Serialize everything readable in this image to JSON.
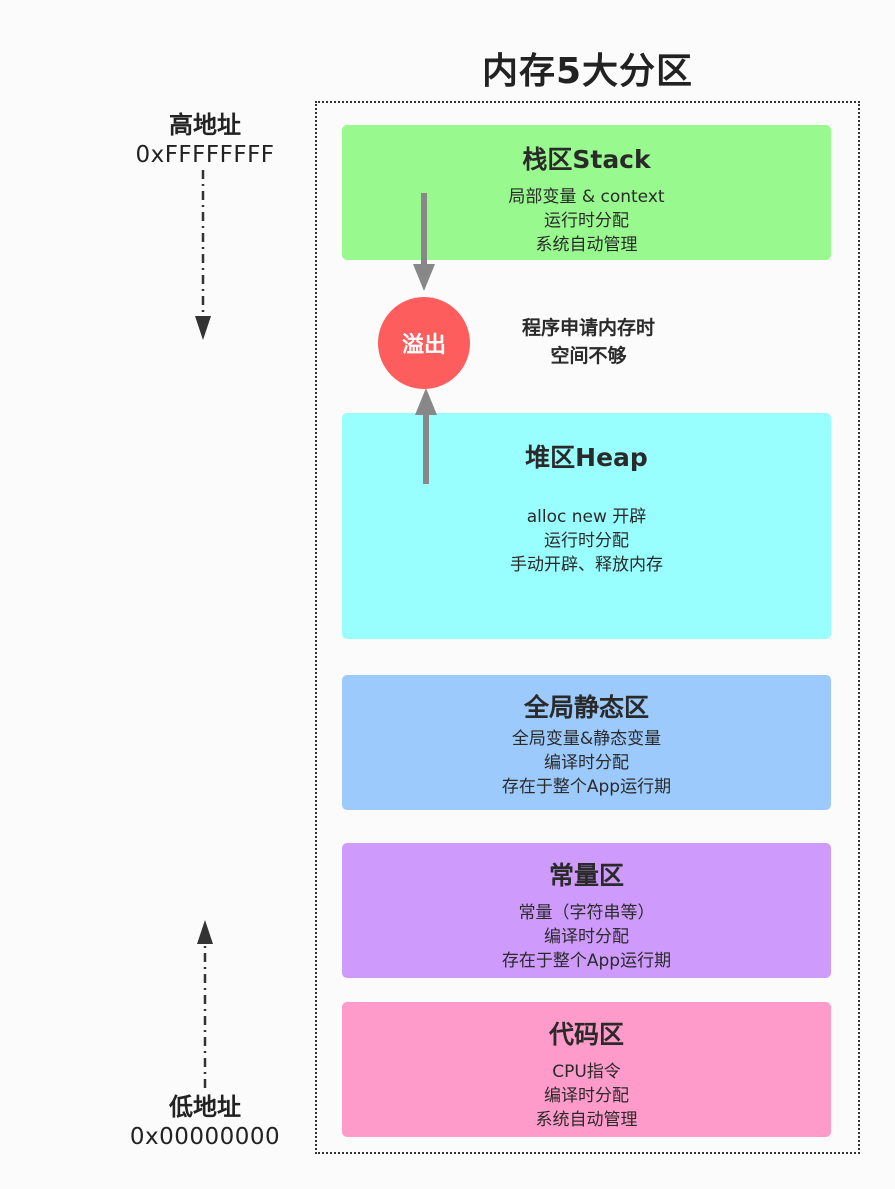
{
  "diagram": {
    "title": "内存5大分区",
    "high_address": {
      "label": "高地址",
      "value": "0xFFFFFFFF"
    },
    "low_address": {
      "label": "低地址",
      "value": "0x00000000"
    },
    "overflow": {
      "label": "溢出",
      "note": [
        "程序申请内存时",
        "空间不够"
      ]
    },
    "regions": [
      {
        "name": "栈区Stack",
        "lines": [
          "局部变量 & context",
          "运行时分配",
          "系统自动管理"
        ],
        "color": "#98fa8e"
      },
      {
        "name": "堆区Heap",
        "lines": [
          "alloc new 开辟",
          "运行时分配",
          "手动开辟、释放内存"
        ],
        "color": "#99fefe"
      },
      {
        "name": "全局静态区",
        "lines": [
          "全局变量&静态变量",
          "编译时分配",
          "存在于整个App运行期"
        ],
        "color": "#9ccafc"
      },
      {
        "name": "常量区",
        "lines": [
          "常量（字符串等）",
          "编译时分配",
          "存在于整个App运行期"
        ],
        "color": "#ce9bfc"
      },
      {
        "name": "代码区",
        "lines": [
          "CPU指令",
          "编译时分配",
          "系统自动管理"
        ],
        "color": "#ff9bcb"
      }
    ],
    "colors": {
      "overflow": "#fd5d5d",
      "arrow_gray": "#888888",
      "frame": "#333333"
    }
  }
}
